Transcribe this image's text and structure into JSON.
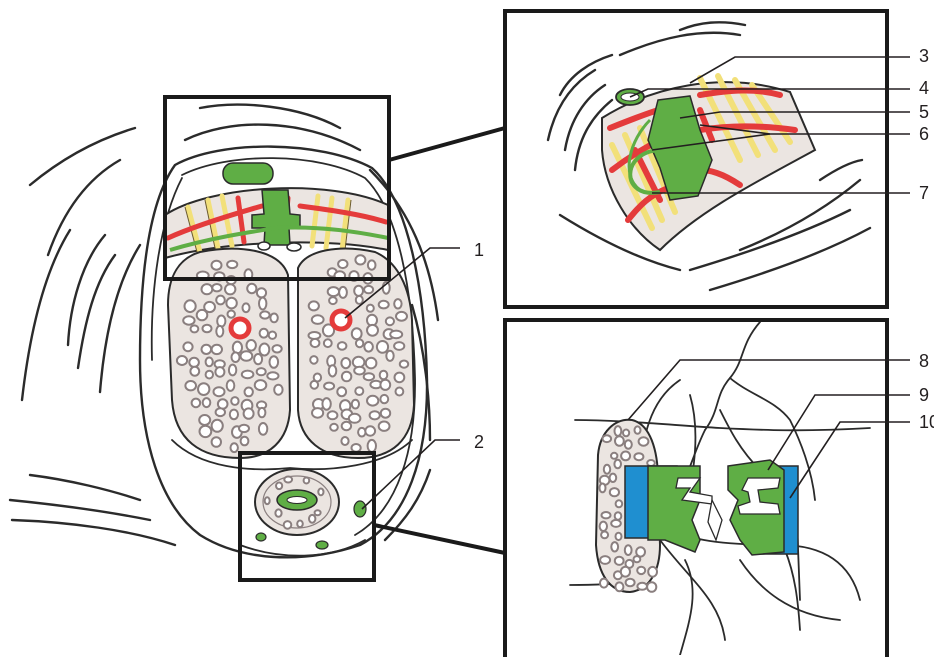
{
  "labels": {
    "l1": "1",
    "l2": "2",
    "l3": "3",
    "l4": "4",
    "l5": "5",
    "l6": "6",
    "l7": "7",
    "l8": "8",
    "l9": "9",
    "l10": "10"
  },
  "colors": {
    "nerve": "#f2e07a",
    "artery": "#e43b3b",
    "vein": "#5fae45",
    "balloon": "#1f8fd0",
    "tissue": "#ebe5e1",
    "outline": "#2b2b2b"
  }
}
